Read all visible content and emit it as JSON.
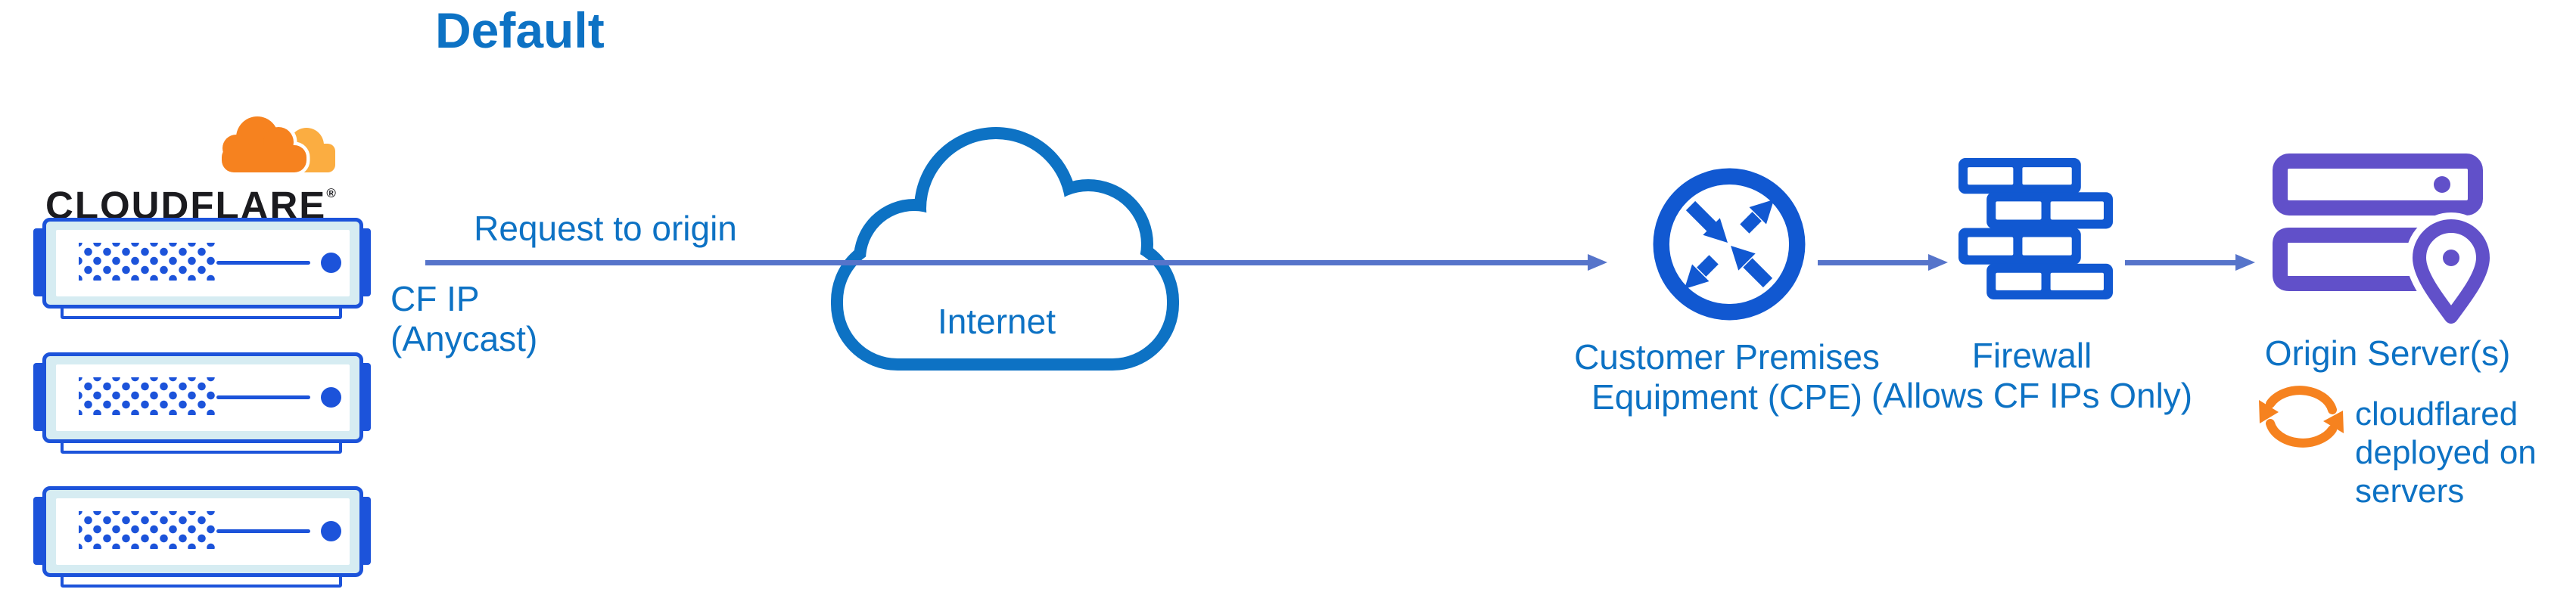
{
  "title": "Default",
  "logo": {
    "wordmark": "CLOUDFLARE",
    "registered": "®"
  },
  "labels": {
    "request": "Request to origin",
    "cf_ip_line1": "CF IP",
    "cf_ip_line2": "(Anycast)",
    "internet": "Internet",
    "cpe_line1": "Customer Premises",
    "cpe_line2": "Equipment (CPE)",
    "firewall_line1": "Firewall",
    "firewall_line2": "(Allows CF IPs Only)",
    "origin": "Origin Server(s)",
    "cloudflared_note": "cloudflared deployed on servers"
  },
  "icons": [
    "cloudflare-cloud-icon",
    "server-rack-icon",
    "internet-cloud-icon",
    "arrow-right-icon",
    "cpe-router-icon",
    "firewall-brick-icon",
    "origin-servers-icon",
    "location-pin-icon",
    "sync-arrows-icon"
  ],
  "colors": {
    "text_blue": "#0d72c4",
    "arrow": "#5674ca",
    "icon_blue": "#1158d1",
    "server_blue": "#1c53da",
    "server_light": "#d6ecf2",
    "purple": "#6150c9",
    "orange": "#f6821f",
    "orange_light": "#fbad41",
    "ink": "#1b1b1f"
  }
}
